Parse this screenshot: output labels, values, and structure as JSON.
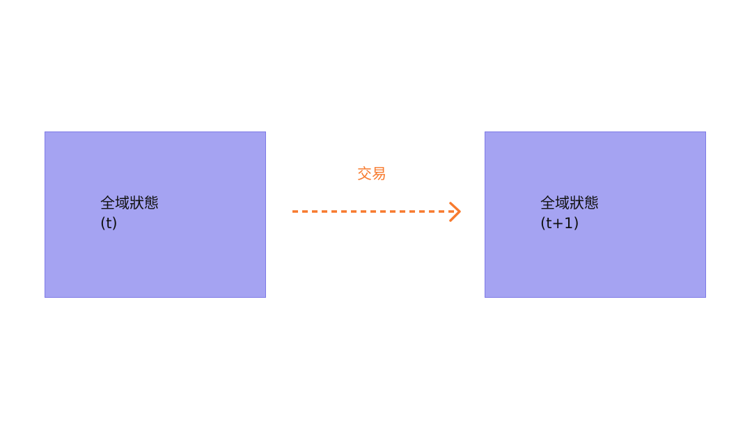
{
  "nodes": [
    {
      "title": "全域狀態",
      "sub": "(t)"
    },
    {
      "title": "全域狀態",
      "sub": "(t+1)"
    }
  ],
  "edge": {
    "label": "交易",
    "style": "dashed",
    "color": "#f77a2e"
  },
  "colors": {
    "node_fill": "#a5a3f2",
    "node_border": "#7d79e6"
  }
}
